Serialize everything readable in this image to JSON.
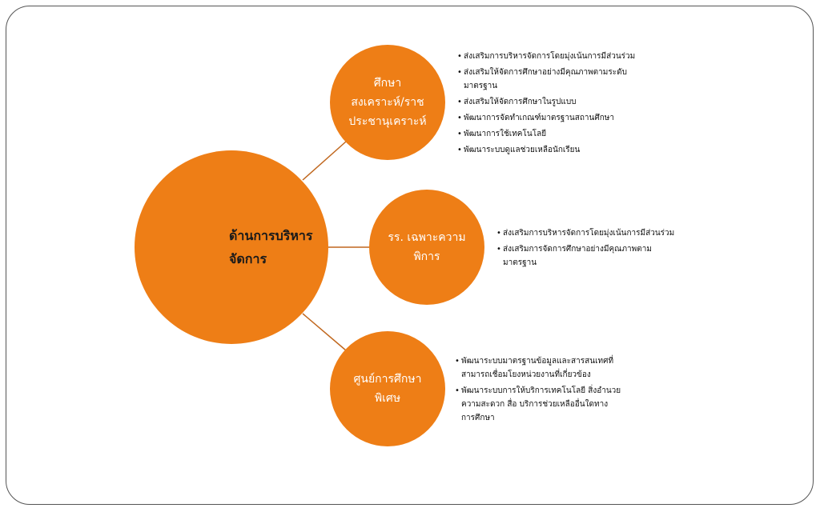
{
  "diagram": {
    "colors": {
      "node": "#ee7e16",
      "connector": "#c0671e"
    },
    "main_node": {
      "label": "ด้านการบริหาร\nจัดการ"
    },
    "branches": [
      {
        "label": "ศึกษา\nสงเคราะห์/ราช\nประชานุเคราะห์",
        "bullets": [
          "ส่งเสริมการบริหารจัดการโดยมุ่งเน้นการมีส่วนร่วม",
          "ส่งเสริมให้จัดการศึกษาอย่างมีคุณภาพตามระดับ\nมาตรฐาน",
          "ส่งเสริมให้จัดการศึกษาในรูปแบบ",
          "พัฒนาการจัดทำเกณฑ์มาตรฐานสถานศึกษา",
          "พัฒนาการใช้เทคโนโลยี",
          "พัฒนาระบบดูแลช่วยเหลือนักเรียน"
        ]
      },
      {
        "label": "รร. เฉพาะความ\nพิการ",
        "bullets": [
          "ส่งเสริมการบริหารจัดการโดยมุ่งเน้นการมีส่วนร่วม",
          "ส่งเสริมการจัดการศึกษาอย่างมีคุณภาพตาม\nมาตรฐาน"
        ]
      },
      {
        "label": "ศูนย์การศึกษา\nพิเศษ",
        "bullets": [
          "พัฒนาระบบมาตรฐานข้อมูลและสารสนเทศที่\nสามารถเชื่อมโยงหน่วยงานที่เกี่ยวข้อง",
          "พัฒนาระบบการให้บริการเทคโนโลยี สิ่งอำนวย\nความสะดวก สื่อ บริการช่วยเหลืออื่นใดทาง\nการศึกษา"
        ]
      }
    ]
  }
}
